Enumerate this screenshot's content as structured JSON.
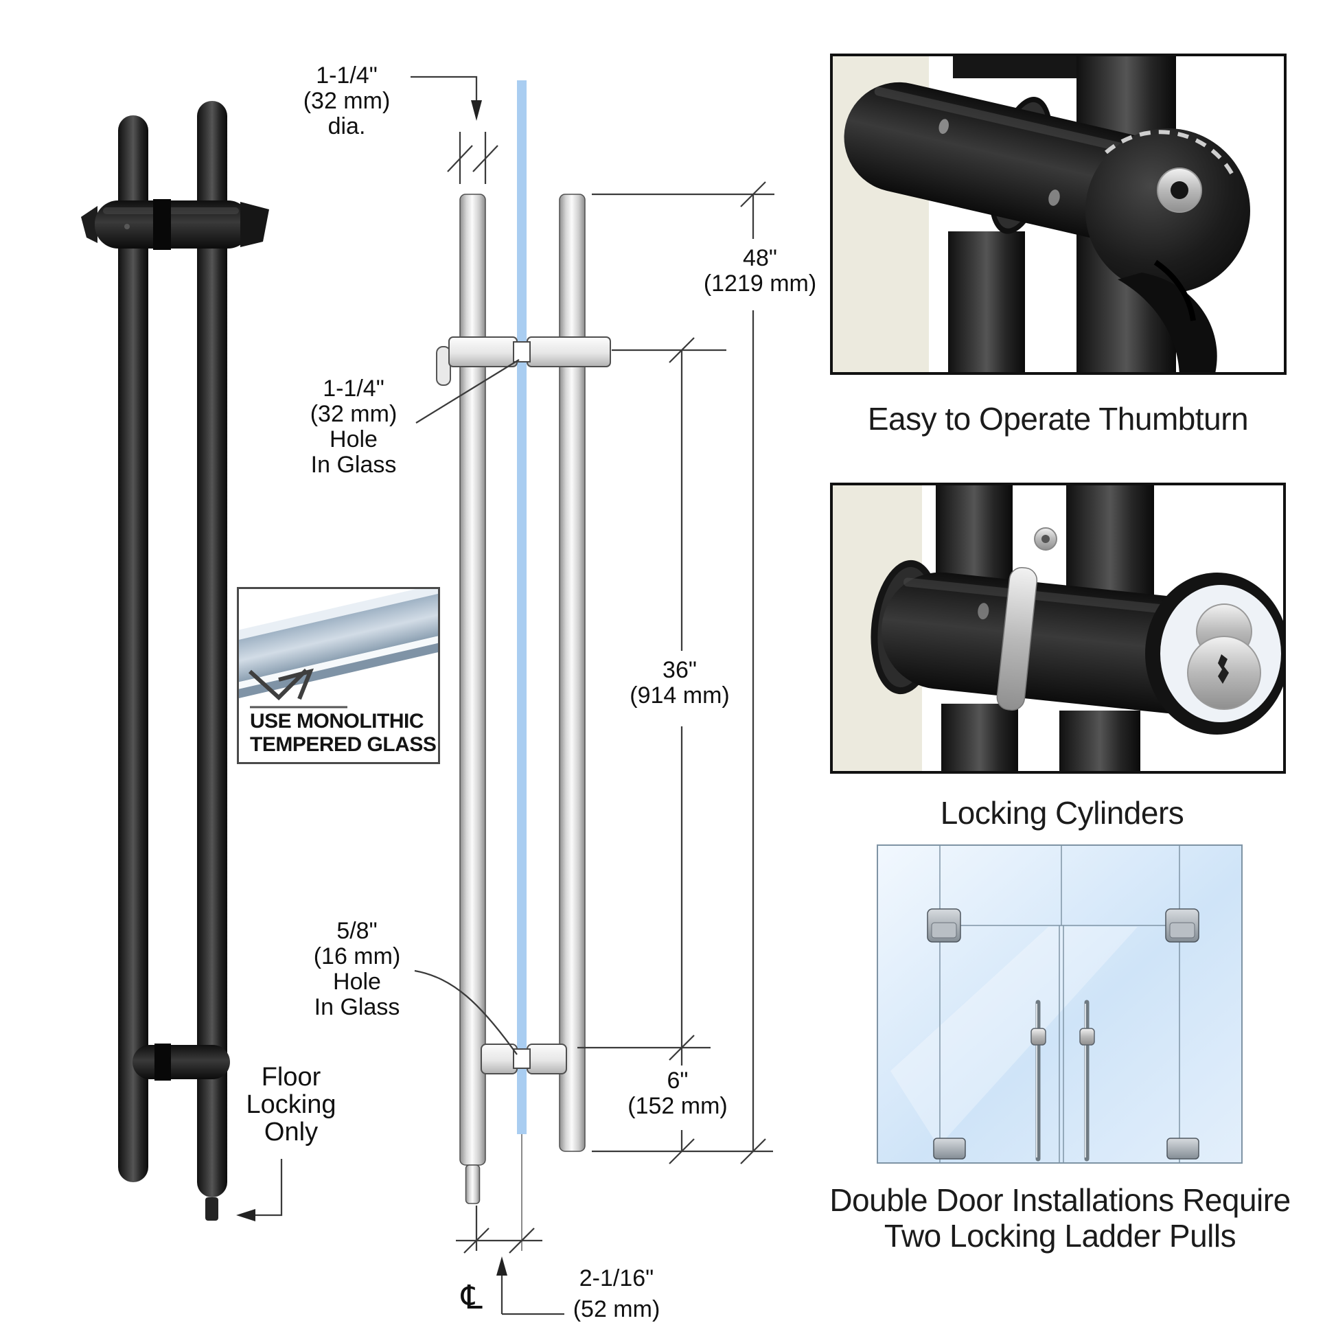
{
  "drawing": {
    "dia": {
      "l1": "1-1/4\"",
      "l2": "(32 mm)",
      "l3": "dia."
    },
    "hole_top": {
      "l1": "1-1/4\"",
      "l2": "(32 mm)",
      "l3": "Hole",
      "l4": "In Glass"
    },
    "hole_bottom": {
      "l1": "5/8\"",
      "l2": "(16 mm)",
      "l3": "Hole",
      "l4": "In Glass"
    },
    "dim48": {
      "l1": "48\"",
      "l2": "(1219 mm)"
    },
    "dim36": {
      "l1": "36\"",
      "l2": "(914 mm)"
    },
    "dim6": {
      "l1": "6\"",
      "l2": "(152 mm)"
    },
    "dim52": {
      "l1": "2-1/16\"",
      "l2": "(52 mm)"
    },
    "floor": {
      "l1": "Floor",
      "l2": "Locking",
      "l3": "Only"
    },
    "centerline_symbol": "℄"
  },
  "badge": {
    "l1": "USE MONOLITHIC",
    "l2": "TEMPERED GLASS"
  },
  "photo_thumbturn": {
    "caption": "Easy to Operate Thumbturn"
  },
  "photo_cylinders": {
    "caption": "Locking Cylinders"
  },
  "double_door": {
    "caption_l1": "Double Door Installations Require",
    "caption_l2": "Two Locking Ladder Pulls"
  },
  "colors": {
    "glass_blue": "#a9cdf1",
    "drawing_line": "#3a3a3a",
    "matte_black": "#262626",
    "door_glass": "#d8e9fa",
    "text": "#1a1a1a"
  }
}
